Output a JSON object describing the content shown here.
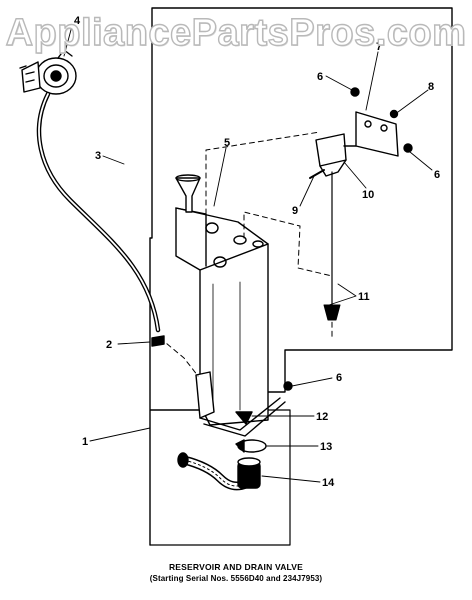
{
  "watermark": "AppliancePartsPros.com",
  "caption": {
    "title": "RESERVOIR AND DRAIN VALVE",
    "subtitle": "(Starting Serial Nos. 5556D40 and 234J7953)"
  },
  "callouts": [
    {
      "id": "1",
      "label": "1"
    },
    {
      "id": "2",
      "label": "2"
    },
    {
      "id": "3",
      "label": "3"
    },
    {
      "id": "4",
      "label": "4"
    },
    {
      "id": "5",
      "label": "5"
    },
    {
      "id": "6a",
      "label": "6"
    },
    {
      "id": "6b",
      "label": "6"
    },
    {
      "id": "6c",
      "label": "6"
    },
    {
      "id": "7",
      "label": "7"
    },
    {
      "id": "8",
      "label": "8"
    },
    {
      "id": "9",
      "label": "9"
    },
    {
      "id": "10",
      "label": "10"
    },
    {
      "id": "11",
      "label": "11"
    },
    {
      "id": "12",
      "label": "12"
    },
    {
      "id": "13",
      "label": "13"
    },
    {
      "id": "14",
      "label": "14"
    }
  ]
}
